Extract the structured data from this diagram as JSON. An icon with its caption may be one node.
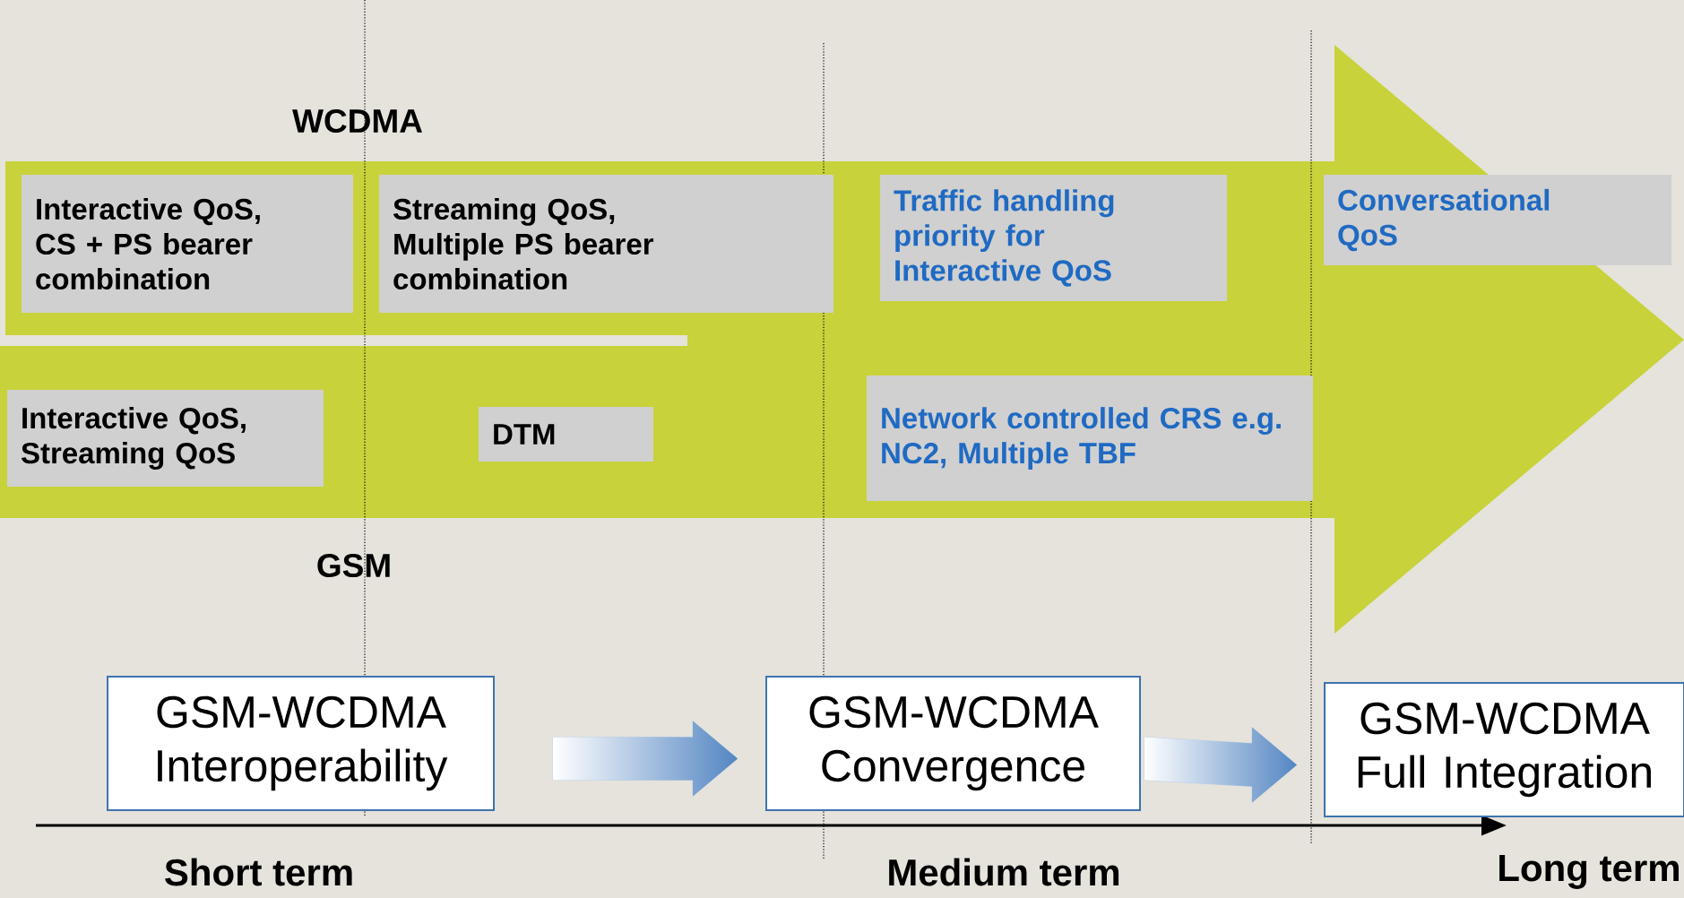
{
  "diagram": {
    "nodes": [
      {
        "text": [
          "Interactive QoS, CS + PS bearer combination"
        ]
      },
      {
        "text": [
          "Streaming QoS, Multiple PS bearer combination"
        ]
      },
      {
        "text": [
          "Traffic handling priority for Interactive QoS"
        ]
      },
      {
        "text": [
          "Conversational QoS"
        ]
      },
      {
        "text": [
          "Interactive QoS, Streaming QoS"
        ]
      },
      {
        "text": [
          "DTM"
        ]
      },
      {
        "text": [
          "Network controlled CRS e.g. NC2, Multiple TBF"
        ]
      },
      {
        "text": [
          "GSM-WCDMA Interoperability"
        ]
      },
      {
        "text": [
          "GSM-WCDMA Convergence"
        ]
      },
      {
        "text": [
          "GSM-WCDMA Full Integration"
        ]
      }
    ],
    "edges": [
      {
        "from": 7,
        "to": 8,
        "arrow": "to"
      },
      {
        "from": 8,
        "to": 9,
        "arrow": "to"
      }
    ],
    "labels": [
      "WCDMA",
      "GSM",
      "Short term",
      "Medium term",
      "Long term"
    ]
  }
}
